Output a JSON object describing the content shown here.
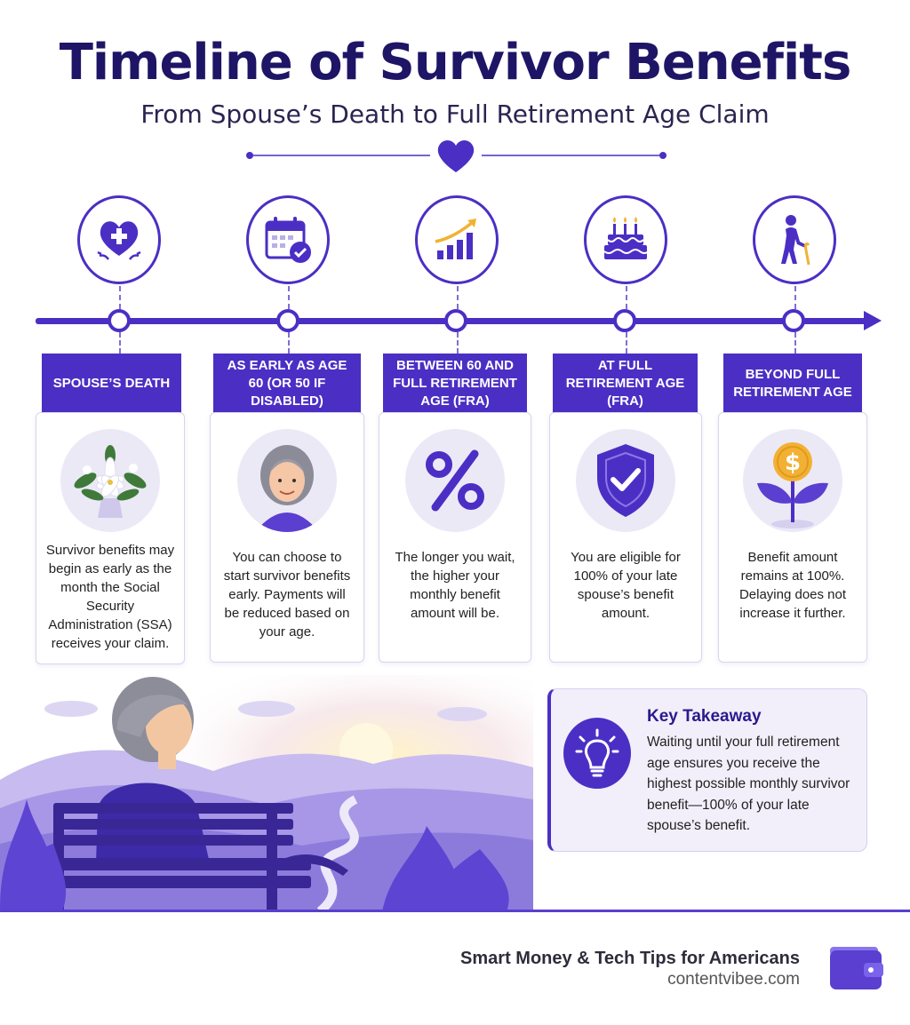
{
  "header": {
    "title": "Timeline of Survivor Benefits",
    "subtitle": "From Spouse’s Death to Full Retirement Age Claim"
  },
  "colors": {
    "accent": "#4b2fc4",
    "dark": "#1e1566",
    "gold": "#f2b134"
  },
  "stages": [
    {
      "icon": "heart-cross-icon",
      "label": "Spouse’s Death",
      "illustration": "lily-flowers-icon",
      "text": "Survivor benefits may begin as early as the month the Social Security Administration (SSA) receives your claim."
    },
    {
      "icon": "calendar-check-icon",
      "label": "As early as age 60 (or 50 if disabled)",
      "illustration": "woman-avatar-icon",
      "text": "You can choose to start survivor benefits early. Payments will be reduced based on your age."
    },
    {
      "icon": "growth-chart-icon",
      "label": "Between 60 and full retirement age (FRA)",
      "illustration": "percent-icon",
      "text": "The longer you wait, the higher your monthly benefit amount will be."
    },
    {
      "icon": "birthday-cake-icon",
      "label": "At full retirement age (FRA)",
      "illustration": "shield-check-icon",
      "text": "You are eligible for 100% of your late spouse’s benefit amount."
    },
    {
      "icon": "elderly-person-icon",
      "label": "Beyond full retirement age",
      "illustration": "money-plant-icon",
      "text": "Benefit amount remains at 100%. Delaying does not increase it further."
    }
  ],
  "takeaway": {
    "title": "Key Takeaway",
    "text": "Waiting until your full retirement age ensures you receive the highest possible monthly survivor benefit—100% of your late spouse’s benefit.",
    "icon": "lightbulb-icon"
  },
  "footer": {
    "brand": "Smart Money & Tech Tips for Americans",
    "url": "contentvibee.com",
    "icon": "wallet-icon"
  }
}
